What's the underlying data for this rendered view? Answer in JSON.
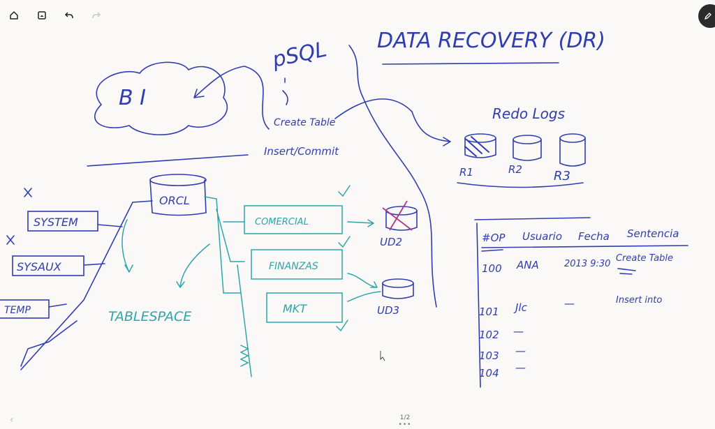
{
  "toolbar": {
    "home": "home-icon",
    "frame": "frame-icon",
    "undo": "undo-icon",
    "redo": "redo-icon",
    "pen": "pen-icon"
  },
  "pager": {
    "page": "1/2",
    "more": "•••"
  },
  "colors": {
    "ink": "#2f3db0",
    "teal": "#2ea5a8",
    "magenta": "#b0368e",
    "background": "#fbf9f8"
  },
  "drawing": {
    "title": "DATA RECOVERY (DR)",
    "plsql": "pSQL",
    "bi": "B I",
    "create_table": "Create Table",
    "insert_commit": "Insert/Commit",
    "redo_logs": "Redo Logs",
    "redo": [
      "R1",
      "R2",
      "R3"
    ],
    "orcl": "ORCL",
    "system_ts": [
      "SYSTEM",
      "SYSAUX",
      "TEMP"
    ],
    "tablespace": "TABLESPACE",
    "user_ts": [
      "COMERCIAL",
      "FINANZAS",
      "MKT"
    ],
    "disks": [
      "UD2",
      "UD3"
    ],
    "log_table": {
      "headers": [
        "#OP",
        "Usuario",
        "Fecha",
        "Sentencia"
      ],
      "rows": [
        [
          "100",
          "ANA",
          "2013 9:30",
          "Create Table"
        ],
        [
          "101",
          "Jlc",
          "—",
          "Insert into"
        ],
        [
          "102",
          "—",
          "",
          ""
        ],
        [
          "103",
          "—",
          "",
          ""
        ],
        [
          "104",
          "—",
          "",
          ""
        ]
      ]
    }
  }
}
